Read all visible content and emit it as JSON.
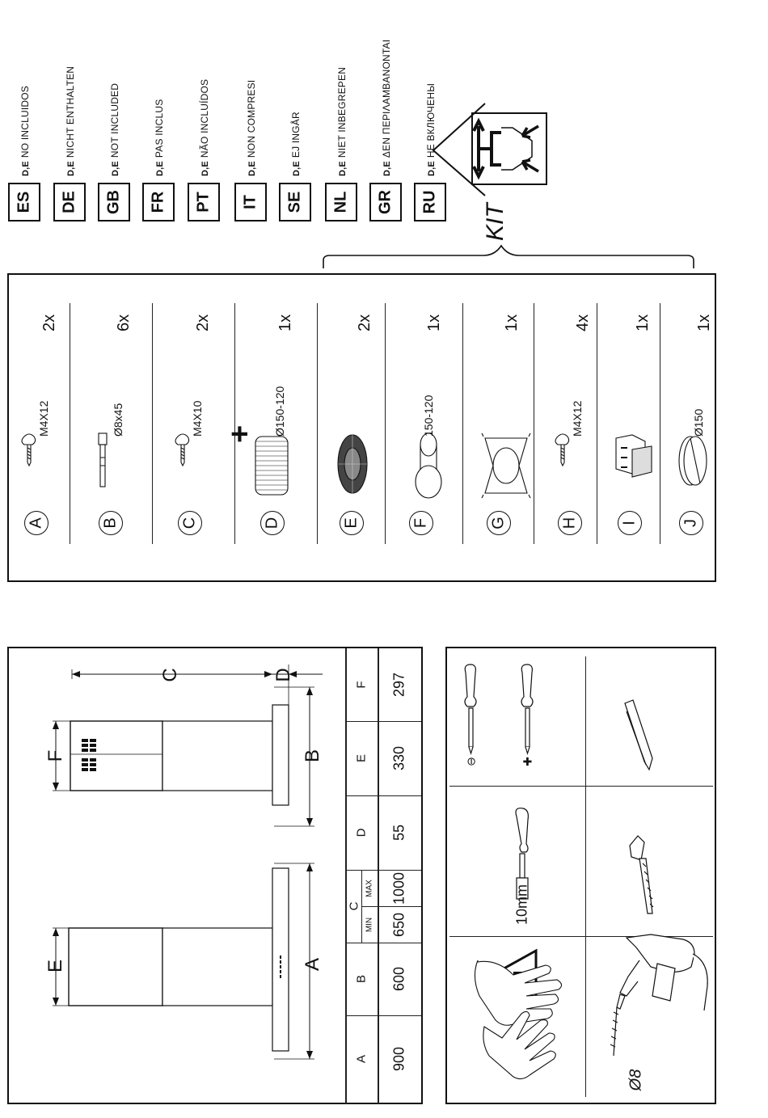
{
  "languages": [
    {
      "code": "ES",
      "text": "NO INCLUIDOS"
    },
    {
      "code": "DE",
      "text": "NICHT ENTHALTEN"
    },
    {
      "code": "GB",
      "text": "NOT INCLUDED"
    },
    {
      "code": "FR",
      "text": "PAS INCLUS"
    },
    {
      "code": "PT",
      "text": "NÃO INCLUÍDOS"
    },
    {
      "code": "IT",
      "text": "NON COMPRESI"
    },
    {
      "code": "SE",
      "text": "EJ INGÅR"
    },
    {
      "code": "NL",
      "text": "NIET INBEGREPEN"
    },
    {
      "code": "GR",
      "text": "ΔΕΝ ΠΕΡΙΛΑΜΒΑΝΟΝΤΑΙ"
    },
    {
      "code": "RU",
      "text": "НЕ ВКЛЮЧЕНЫ"
    }
  ],
  "lang_prefix": "D,E",
  "kit_label": "KIT",
  "plus_sign": "+",
  "kit_items": [
    {
      "letter": "A",
      "spec": "M4X12",
      "qty": "2x",
      "icon": "screw-icon"
    },
    {
      "letter": "B",
      "spec": "Ø8x45",
      "qty": "6x",
      "icon": "wall-plug-icon"
    },
    {
      "letter": "C",
      "spec": "M4X10",
      "qty": "2x",
      "icon": "screw-icon"
    },
    {
      "letter": "D",
      "spec": "Ø150-120",
      "qty": "1x",
      "icon": "flexible-duct-icon"
    },
    {
      "letter": "E",
      "spec": "",
      "qty": "2x",
      "icon": "grease-filter-icon"
    },
    {
      "letter": "F",
      "spec": "150-120",
      "qty": "1x",
      "icon": "reducer-icon"
    },
    {
      "letter": "G",
      "spec": "",
      "qty": "1x",
      "icon": "bracket-icon"
    },
    {
      "letter": "H",
      "spec": "M4X12",
      "qty": "4x",
      "icon": "screw-icon"
    },
    {
      "letter": "I",
      "spec": "",
      "qty": "1x",
      "icon": "connector-icon"
    },
    {
      "letter": "J",
      "spec": "Ø150",
      "qty": "1x",
      "icon": "valve-icon"
    }
  ],
  "dimensions": {
    "headers": [
      "A",
      "B",
      "C",
      "D",
      "E",
      "F"
    ],
    "c_sub": [
      "MIN",
      "MAX"
    ],
    "values": {
      "A": "900",
      "B": "600",
      "C_min": "650",
      "C_max": "1000",
      "D": "55",
      "E": "330",
      "F": "297"
    }
  },
  "diagram_labels": [
    "A",
    "B",
    "C",
    "D",
    "E",
    "F"
  ],
  "tools": {
    "drill_size": "Ø8",
    "wrench_size": "10mm",
    "screwdriver_flat": "⊖",
    "screwdriver_plus": "✚"
  }
}
